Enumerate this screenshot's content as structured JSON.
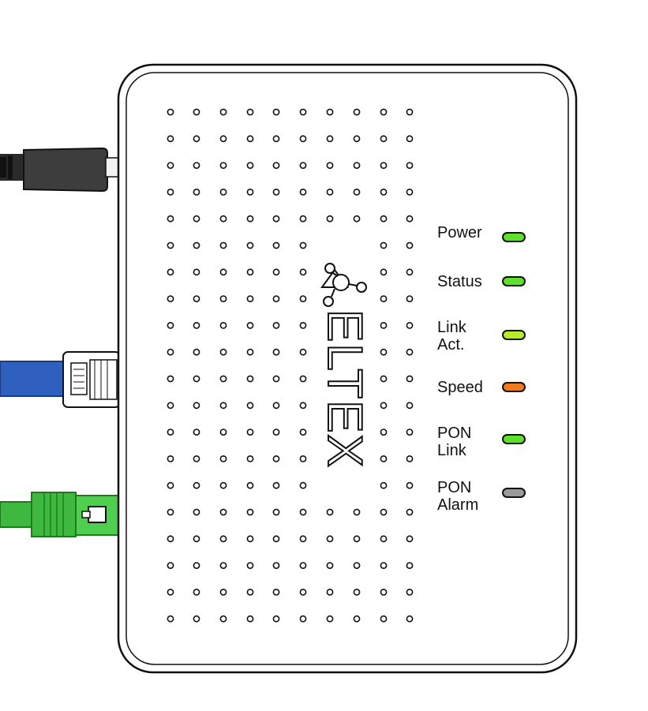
{
  "device": {
    "brand": "ELTEX",
    "body_color": "#ffffff",
    "outline_color": "#111111"
  },
  "cables": [
    {
      "name": "power-cable",
      "color": "#3a3a3a",
      "icon": "power-plug-icon"
    },
    {
      "name": "ethernet-cable",
      "color": "#2f5fbf",
      "icon": "rj45-plug-icon"
    },
    {
      "name": "optical-fiber-cable",
      "color": "#3fb83f",
      "icon": "sc-apc-connector-icon"
    }
  ],
  "leds": [
    {
      "label": "Power",
      "color": "#5fe02a"
    },
    {
      "label": "Status",
      "color": "#5fe02a"
    },
    {
      "label": "Link\nAct.",
      "color": "#b8ec2a"
    },
    {
      "label": "Speed",
      "color": "#f07a1e"
    },
    {
      "label": "PON\nLink",
      "color": "#5fe02a"
    },
    {
      "label": "PON\nAlarm",
      "color": "#9a9a9a"
    }
  ]
}
